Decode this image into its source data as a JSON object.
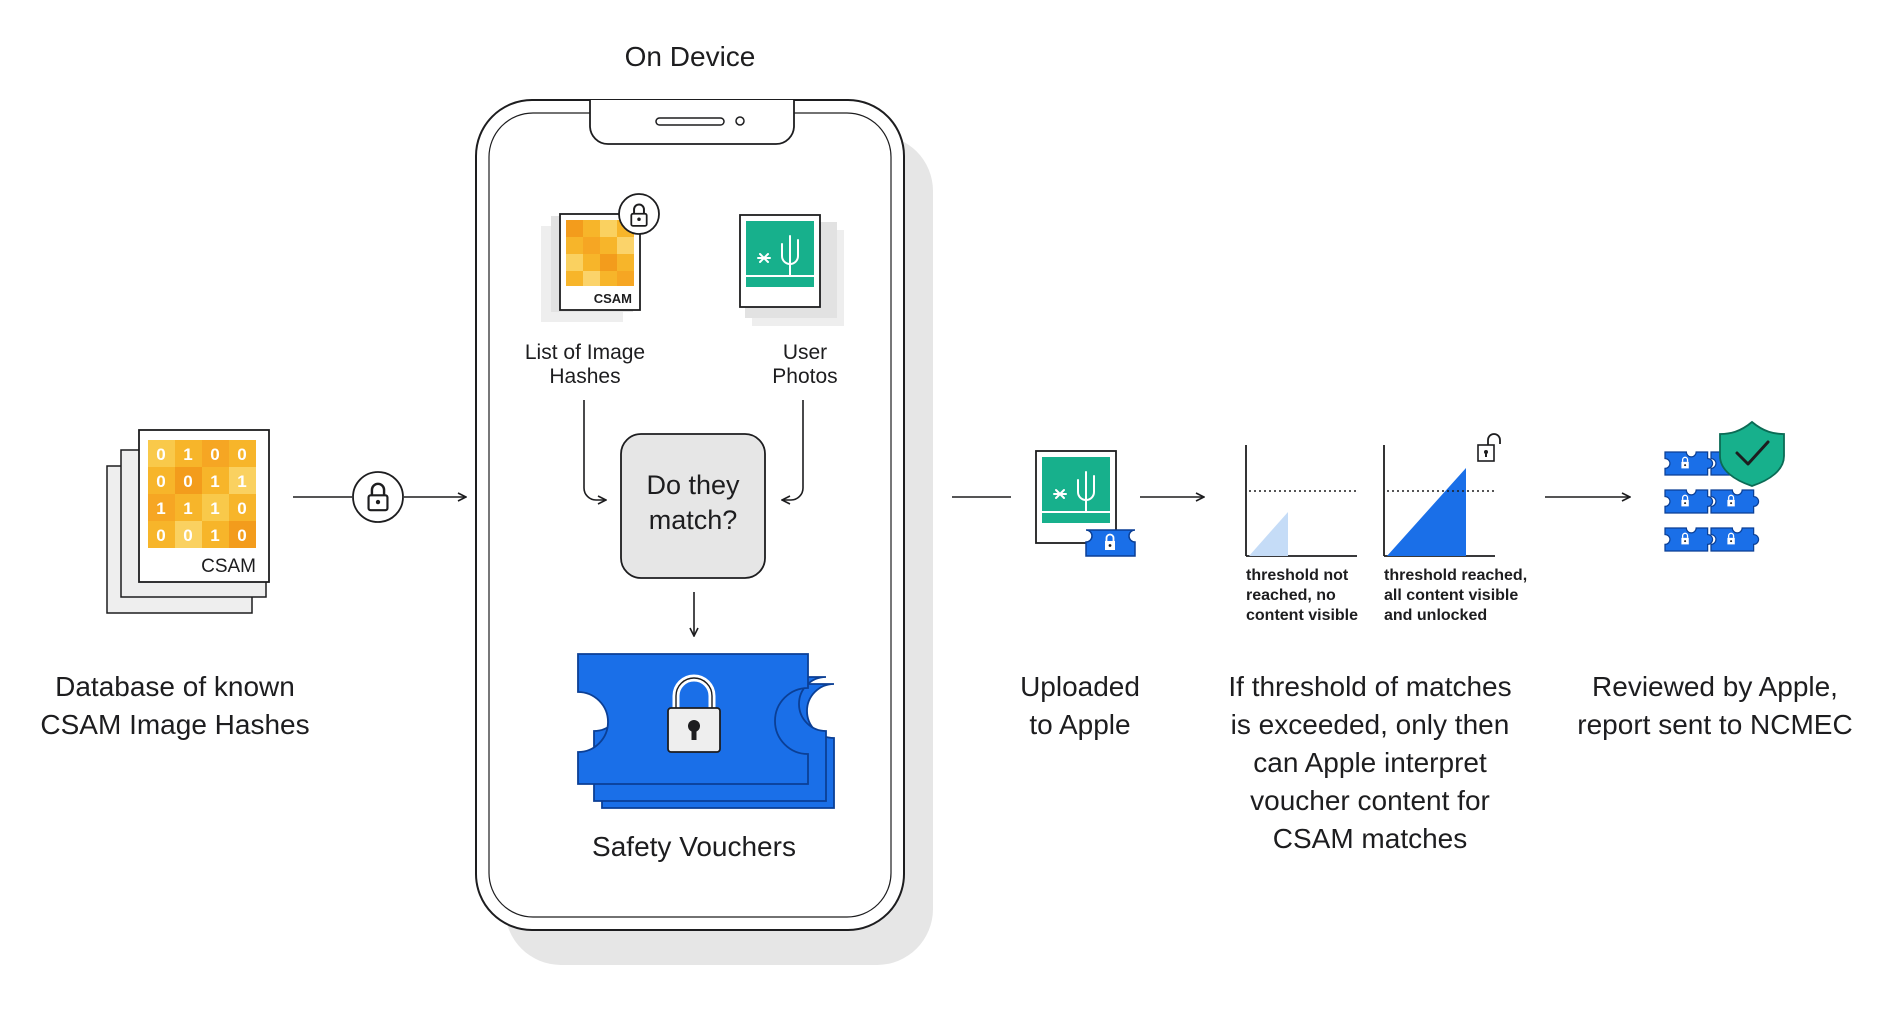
{
  "on_device_title": "On Device",
  "database": {
    "label": "Database of known\nCSAM Image Hashes",
    "card_label": "CSAM",
    "digits": [
      [
        "0",
        "1",
        "0",
        "0"
      ],
      [
        "0",
        "0",
        "1",
        "1"
      ],
      [
        "1",
        "1",
        "1",
        "0"
      ],
      [
        "0",
        "0",
        "1",
        "0"
      ]
    ]
  },
  "phone": {
    "hash_list_label": "List of Image\nHashes",
    "hash_card_label": "CSAM",
    "user_photos_label": "User\nPhotos",
    "match_question": "Do they\nmatch?",
    "vouchers_label": "Safety Vouchers"
  },
  "upload_label": "Uploaded\nto Apple",
  "threshold": {
    "not_reached_caption": "threshold not\nreached, no\ncontent visible",
    "reached_caption": "threshold reached,\nall content visible\nand unlocked",
    "main_label": "If threshold of matches\nis exceeded, only then\ncan Apple interpret\nvoucher content for\nCSAM matches"
  },
  "review_label": "Reviewed by Apple,\nreport sent to NCMEC",
  "icons": [
    "lock-icon",
    "unlock-icon",
    "shield-check-icon",
    "cactus-photo-icon",
    "ticket-icon",
    "puzzle-icon"
  ],
  "colors": {
    "voucher_blue": "#1a6fe8",
    "photo_green": "#17b08c",
    "csam_orange": "#f7b52a",
    "threshold_light": "#c5dcf7",
    "shield_green": "#17b08c"
  }
}
